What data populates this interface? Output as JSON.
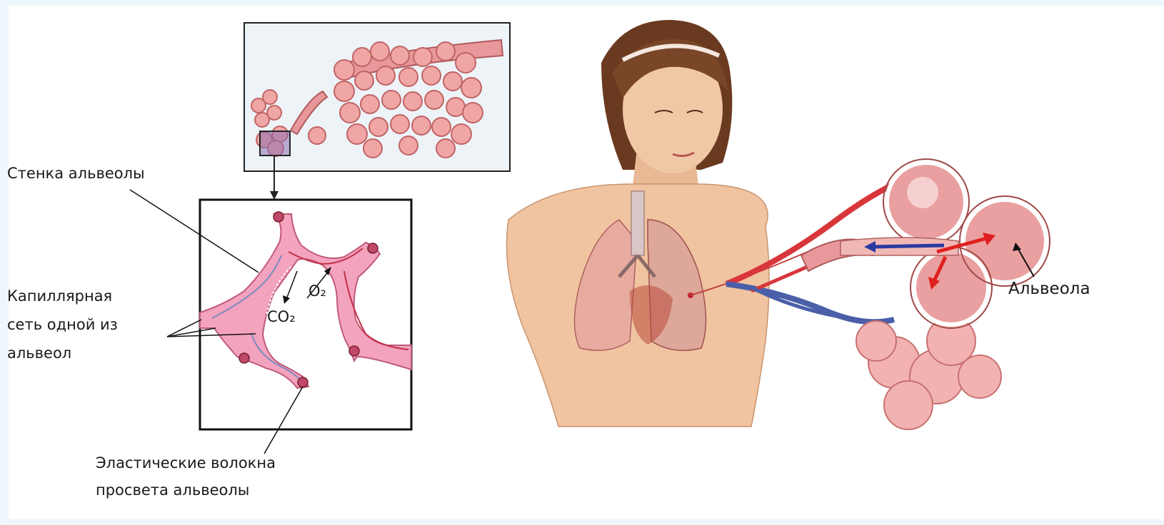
{
  "labels": {
    "alveolar_wall": "Стенка альвеолы",
    "capillary_line1": "Капиллярная",
    "capillary_line2": "сеть одной из",
    "capillary_line3": "альвеол",
    "elastic_line1": "Эластические волокна",
    "elastic_line2": "просвета альвеолы",
    "alveola": "Альвеола",
    "co2": "CO₂",
    "o2": "O₂"
  },
  "colors": {
    "page_edge": "#eef7fb",
    "tissue_pink": "#f2a0b8",
    "lung_red": "#d86a6a",
    "vessel_blue": "#4a5fa8",
    "vessel_red": "#d8363a",
    "skin": "#f0c4a0",
    "hair": "#6a3a20"
  }
}
